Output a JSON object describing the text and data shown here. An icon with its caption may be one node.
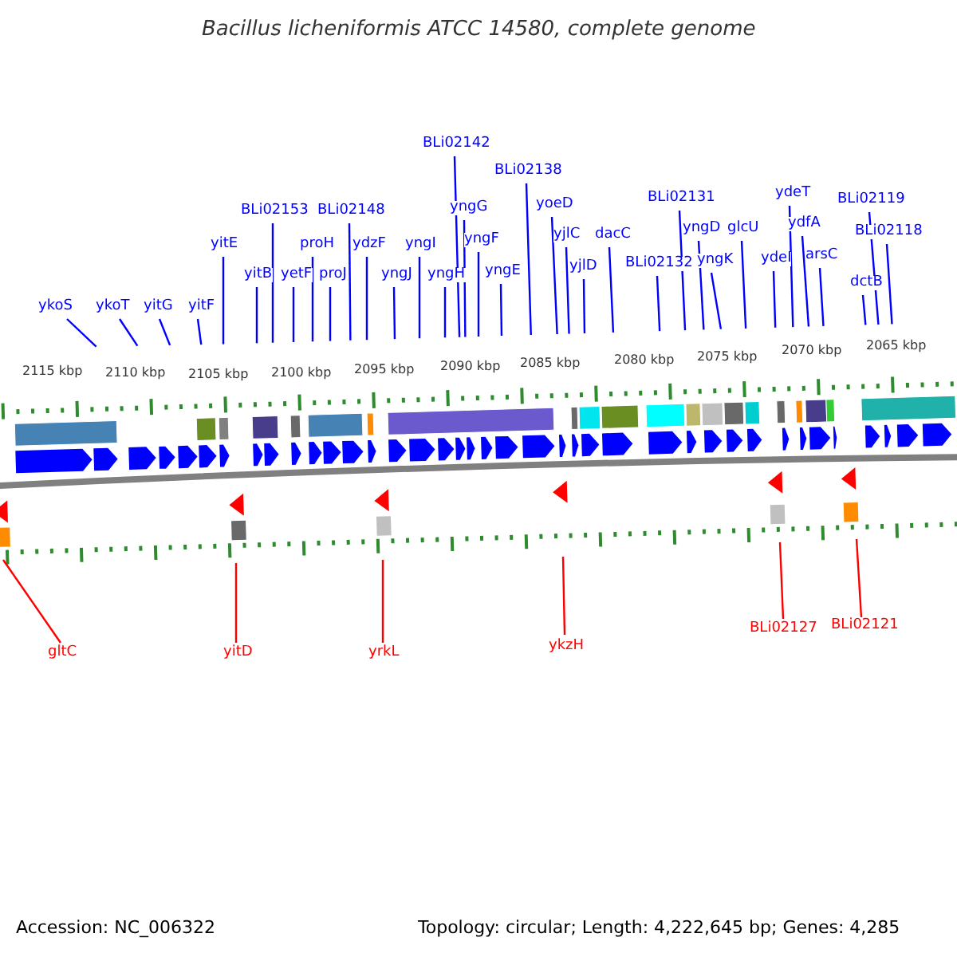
{
  "diagram": {
    "title": "Bacillus licheniformis ATCC 14580, complete genome",
    "nodes": [
      {
        "text": [
          "ykoS"
        ]
      },
      {
        "text": [
          "ykoT"
        ]
      },
      {
        "text": [
          "yitG"
        ]
      },
      {
        "text": [
          "yitF"
        ]
      },
      {
        "text": [
          "yitE"
        ]
      },
      {
        "text": [
          "yitB"
        ]
      },
      {
        "text": [
          "BLi02153"
        ]
      },
      {
        "text": [
          "yetF"
        ]
      },
      {
        "text": [
          "proH"
        ]
      },
      {
        "text": [
          "proJ"
        ]
      },
      {
        "text": [
          "BLi02148"
        ]
      },
      {
        "text": [
          "ydzF"
        ]
      },
      {
        "text": [
          "yngJ"
        ]
      },
      {
        "text": [
          "yngI"
        ]
      },
      {
        "text": [
          "yngH"
        ]
      },
      {
        "text": [
          "BLi02142"
        ]
      },
      {
        "text": [
          "yngG"
        ]
      },
      {
        "text": [
          "yngF"
        ]
      },
      {
        "text": [
          "yngE"
        ]
      },
      {
        "text": [
          "BLi02138"
        ]
      },
      {
        "text": [
          "yoeD"
        ]
      },
      {
        "text": [
          "yjlC"
        ]
      },
      {
        "text": [
          "yjlD"
        ]
      },
      {
        "text": [
          "dacC"
        ]
      },
      {
        "text": [
          "BLi02132"
        ]
      },
      {
        "text": [
          "BLi02131"
        ]
      },
      {
        "text": [
          "yngD"
        ]
      },
      {
        "text": [
          "yngK"
        ]
      },
      {
        "text": [
          "glcU"
        ]
      },
      {
        "text": [
          "ydeI"
        ]
      },
      {
        "text": [
          "ydeT"
        ]
      },
      {
        "text": [
          "ydfA"
        ]
      },
      {
        "text": [
          "arsC"
        ]
      },
      {
        "text": [
          "BLi02119"
        ]
      },
      {
        "text": [
          "BLi02118"
        ]
      },
      {
        "text": [
          "dctB"
        ]
      },
      {
        "text": [
          "gltC"
        ]
      },
      {
        "text": [
          "yitD"
        ]
      },
      {
        "text": [
          "yrkL"
        ]
      },
      {
        "text": [
          "ykzH"
        ]
      },
      {
        "text": [
          "BLi02127"
        ]
      },
      {
        "text": [
          "BLi02121"
        ]
      }
    ],
    "edges": [
      {
        "from": 0,
        "to": null,
        "arrow": "none"
      },
      {
        "from": 1,
        "to": null,
        "arrow": "none"
      },
      {
        "from": 2,
        "to": null,
        "arrow": "none"
      },
      {
        "from": 3,
        "to": null,
        "arrow": "none"
      },
      {
        "from": 4,
        "to": null,
        "arrow": "none"
      },
      {
        "from": 5,
        "to": null,
        "arrow": "none"
      },
      {
        "from": 6,
        "to": null,
        "arrow": "none"
      },
      {
        "from": 7,
        "to": null,
        "arrow": "none"
      },
      {
        "from": 8,
        "to": null,
        "arrow": "none"
      },
      {
        "from": 9,
        "to": null,
        "arrow": "none"
      },
      {
        "from": 10,
        "to": null,
        "arrow": "none"
      },
      {
        "from": 11,
        "to": null,
        "arrow": "none"
      },
      {
        "from": 12,
        "to": null,
        "arrow": "none"
      },
      {
        "from": 13,
        "to": null,
        "arrow": "none"
      },
      {
        "from": 14,
        "to": null,
        "arrow": "none"
      },
      {
        "from": 15,
        "to": null,
        "arrow": "none"
      },
      {
        "from": 16,
        "to": null,
        "arrow": "none"
      },
      {
        "from": 17,
        "to": null,
        "arrow": "none"
      },
      {
        "from": 18,
        "to": null,
        "arrow": "none"
      },
      {
        "from": 19,
        "to": null,
        "arrow": "none"
      },
      {
        "from": 20,
        "to": null,
        "arrow": "none"
      },
      {
        "from": 21,
        "to": null,
        "arrow": "none"
      },
      {
        "from": 22,
        "to": null,
        "arrow": "none"
      },
      {
        "from": 23,
        "to": null,
        "arrow": "none"
      },
      {
        "from": 24,
        "to": null,
        "arrow": "none"
      },
      {
        "from": 25,
        "to": null,
        "arrow": "none"
      },
      {
        "from": 26,
        "to": null,
        "arrow": "none"
      },
      {
        "from": 27,
        "to": null,
        "arrow": "none"
      },
      {
        "from": 28,
        "to": null,
        "arrow": "none"
      },
      {
        "from": 29,
        "to": null,
        "arrow": "none"
      },
      {
        "from": 30,
        "to": null,
        "arrow": "none"
      },
      {
        "from": 31,
        "to": null,
        "arrow": "none"
      },
      {
        "from": 32,
        "to": null,
        "arrow": "none"
      },
      {
        "from": 33,
        "to": null,
        "arrow": "none"
      },
      {
        "from": 34,
        "to": null,
        "arrow": "none"
      },
      {
        "from": 35,
        "to": null,
        "arrow": "none"
      },
      {
        "from": 36,
        "to": null,
        "arrow": "none",
        "color": "#ff0000"
      },
      {
        "from": 37,
        "to": null,
        "arrow": "none",
        "color": "#ff0000"
      },
      {
        "from": 38,
        "to": null,
        "arrow": "none",
        "color": "#ff0000"
      },
      {
        "from": 39,
        "to": null,
        "arrow": "none",
        "color": "#ff0000"
      },
      {
        "from": 40,
        "to": null,
        "arrow": "none",
        "color": "#ff0000"
      },
      {
        "from": 41,
        "to": null,
        "arrow": "none",
        "color": "#ff0000"
      }
    ],
    "labels": [
      "2115 kbp",
      "2110 kbp",
      "2105 kbp",
      "2100 kbp",
      "2095 kbp",
      "2090 kbp",
      "2085 kbp",
      "2080 kbp",
      "2075 kbp",
      "2070 kbp",
      "2065 kbp",
      "Accession: NC_006322",
      "Topology: circular; Length: 4,222,645 bp; Genes: 4,285"
    ]
  }
}
